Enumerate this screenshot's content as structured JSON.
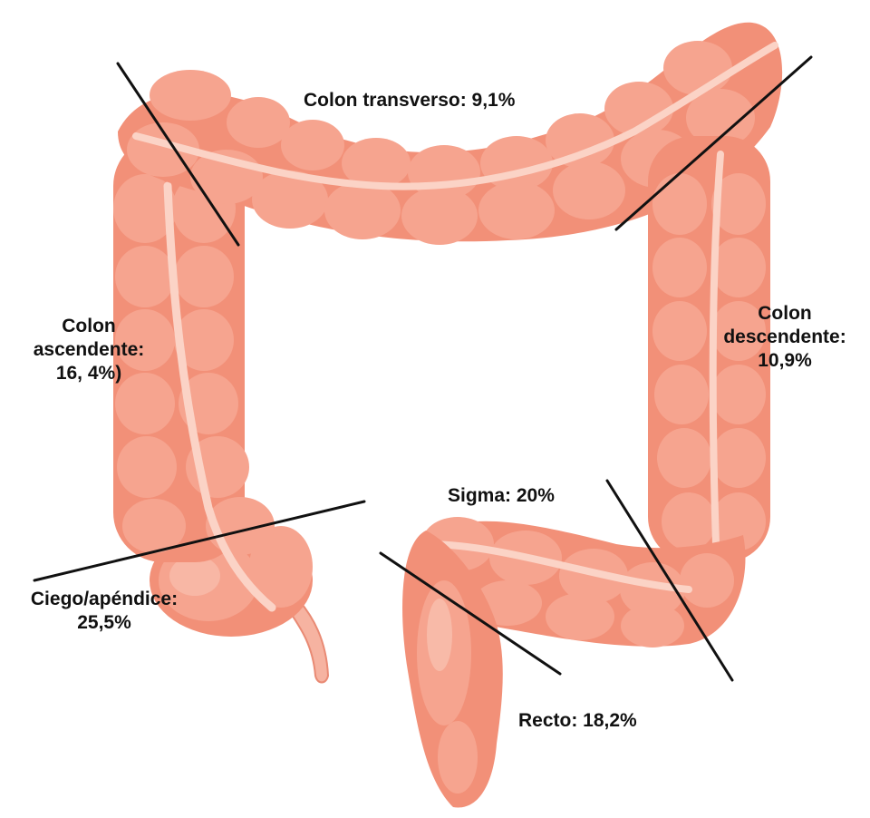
{
  "colors": {
    "colon_base": "#f4937c",
    "colon_haustra": "#f6a48f",
    "colon_highlight": "#f9bfae",
    "colon_band": "#fbd3c6",
    "colon_shadow": "#e57b64",
    "divider_line": "#111111",
    "label_text": "#111111"
  },
  "labels": {
    "transverso": {
      "line1": "Colon transverso: 9,1%"
    },
    "ascendente": {
      "line1": "Colon",
      "line2": "ascendente:",
      "line3": "16, 4%)"
    },
    "descendente": {
      "line1": "Colon",
      "line2": "descendente:",
      "line3": "10,9%"
    },
    "sigma": {
      "line1": "Sigma: 20%"
    },
    "ciego": {
      "line1": "Ciego/apéndice:",
      "line2": "25,5%"
    },
    "recto": {
      "line1": "Recto: 18,2%"
    }
  },
  "segments": [
    "ciego-apendice",
    "colon-ascendente",
    "colon-transverso",
    "colon-descendente",
    "sigma",
    "recto"
  ]
}
